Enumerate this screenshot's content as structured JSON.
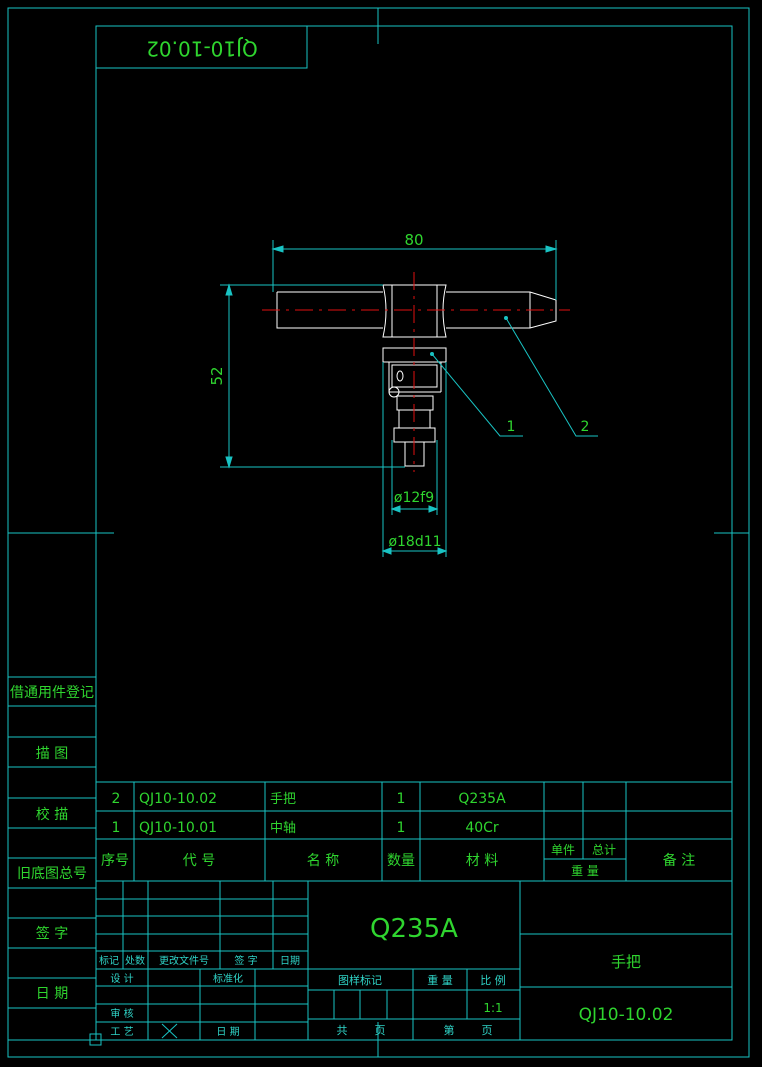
{
  "colors": {
    "frame": "#19c3c3",
    "text": "#2fd52f",
    "part": "#ffffff",
    "centerline": "#e01010",
    "dimension": "#19c3c3",
    "background": "#000000"
  },
  "top_code": "QJ10-10.02",
  "dimensions": {
    "width_label": "80",
    "height_label": "52",
    "dia1_label": "ø12f9",
    "dia2_label": "ø18d11"
  },
  "balloons": {
    "b1": "1",
    "b2": "2"
  },
  "side_labels": {
    "borrow": "借通用件登记",
    "trace": "描 图",
    "check": "校 描",
    "old_no": "旧底图总号",
    "sign": "签 字",
    "date": "日 期"
  },
  "bom": {
    "rows": [
      {
        "no": "2",
        "code": "QJ10-10.02",
        "name": "手把",
        "qty": "1",
        "material": "Q235A"
      },
      {
        "no": "1",
        "code": "QJ10-10.01",
        "name": "中轴",
        "qty": "1",
        "material": "40Cr"
      }
    ],
    "header": {
      "no": "序号",
      "code": "代 号",
      "name": "名 称",
      "qty": "数量",
      "material": "材 料",
      "unit": "单件",
      "total": "总计",
      "weight": "重 量",
      "remark": "备 注"
    }
  },
  "title_block": {
    "material": "Q235A",
    "part_name": "手把",
    "drawing_no": "QJ10-10.02",
    "rev_mark": "标记",
    "rev_count": "处数",
    "change_doc": "更改文件号",
    "rev_sign": "签 字",
    "rev_date": "日期",
    "design": "设 计",
    "standardize": "标准化",
    "review": "审 核",
    "process": "工 艺",
    "date": "日 期",
    "stage_mark": "图样标记",
    "weight": "重 量",
    "scale_label": "比 例",
    "scale": "1:1",
    "total_sheets": "共",
    "sheet_unit": "页",
    "sheet_no": "第",
    "sheet_unit2": "页"
  }
}
